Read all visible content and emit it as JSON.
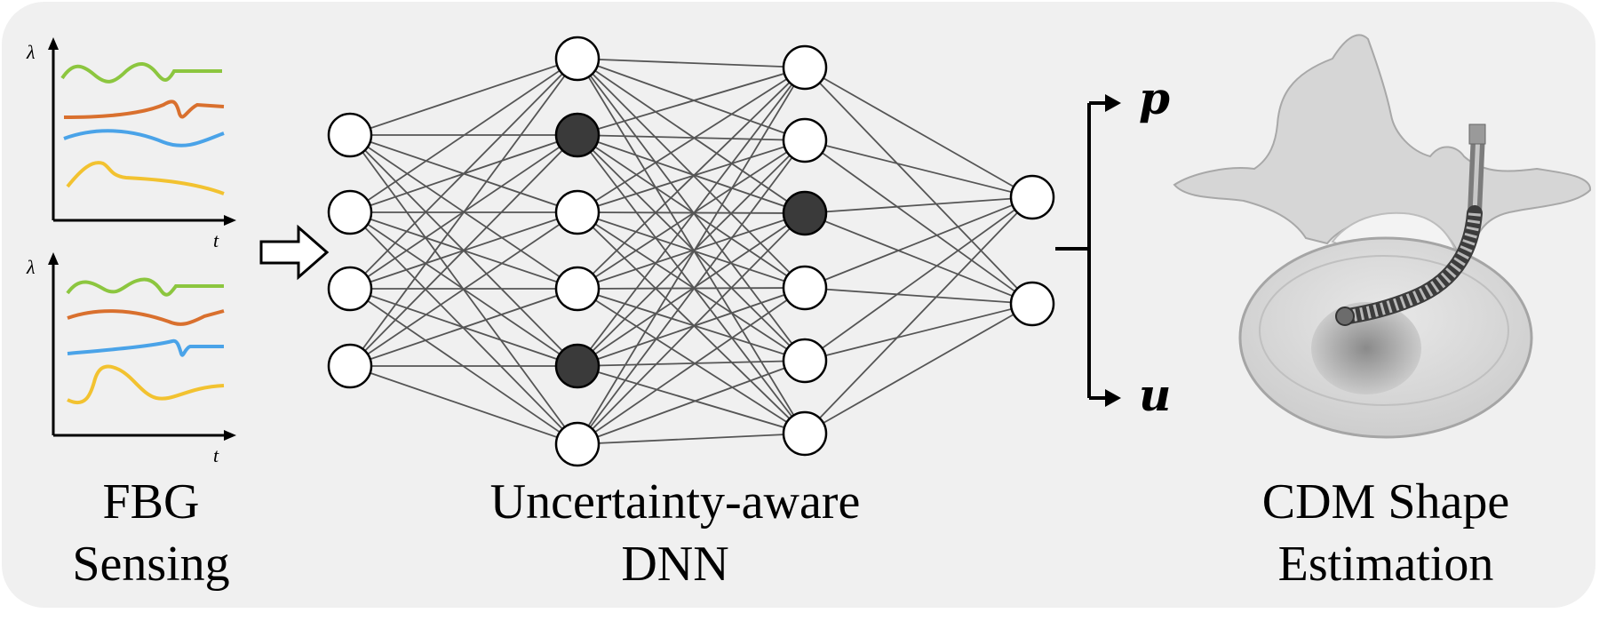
{
  "fbg": {
    "axis_y_label": "λ",
    "axis_x_label": "t",
    "signal_colors": [
      "#8cc63f",
      "#d9702e",
      "#4aa3e8",
      "#f2c230"
    ],
    "caption_line1": "FBG",
    "caption_line2": "Sensing"
  },
  "dnn": {
    "caption_line1": "Uncertainty-aware",
    "caption_line2": "DNN",
    "layers": [
      {
        "neurons": [
          "open",
          "open",
          "open",
          "open"
        ]
      },
      {
        "neurons": [
          "open",
          "dropped",
          "open",
          "open",
          "dropped",
          "open"
        ]
      },
      {
        "neurons": [
          "open",
          "open",
          "dropped",
          "open",
          "open",
          "open"
        ]
      },
      {
        "neurons": [
          "open",
          "open"
        ]
      }
    ]
  },
  "outputs": {
    "p_label": "p",
    "u_label": "u"
  },
  "cdm": {
    "caption_line1": "CDM Shape",
    "caption_line2": "Estimation"
  },
  "colors": {
    "background": "#f0f0f0",
    "neuron_open": "#ffffff",
    "neuron_dropped": "#3a3a3a",
    "edge": "#555555"
  }
}
